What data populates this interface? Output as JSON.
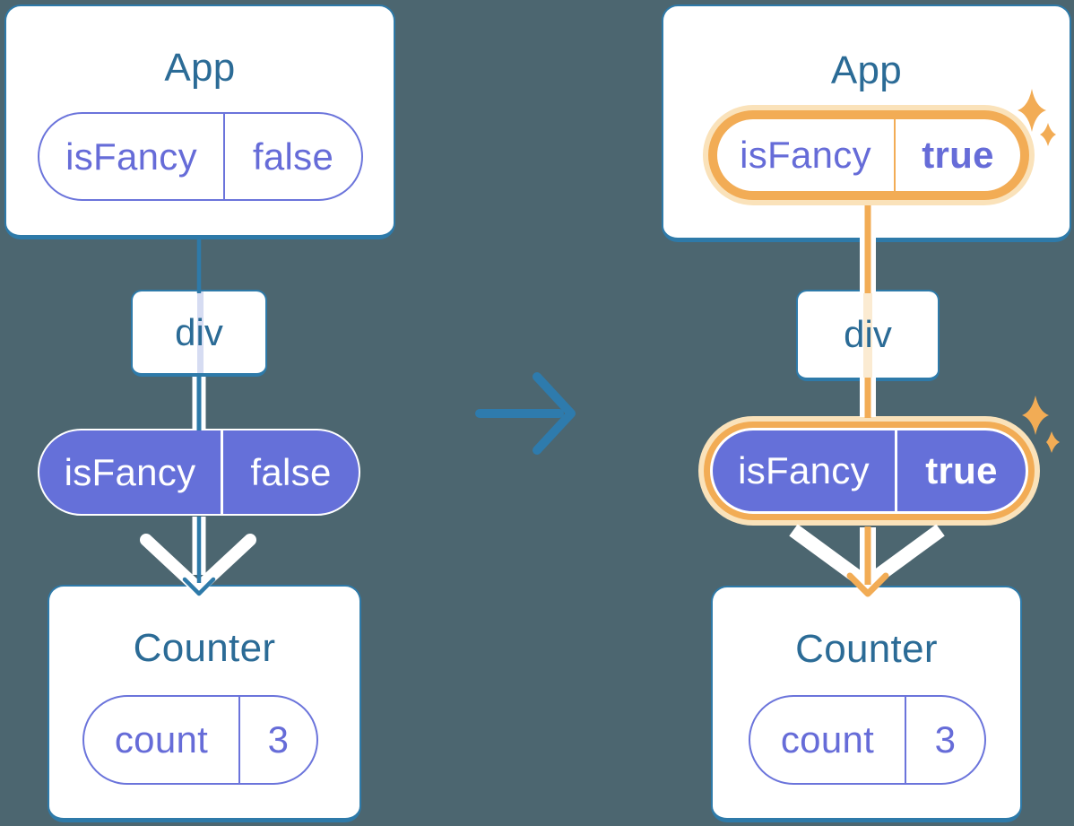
{
  "left": {
    "app": {
      "title": "App",
      "prop": {
        "key": "isFancy",
        "value": "false"
      }
    },
    "container": {
      "label": "div"
    },
    "passed_prop": {
      "key": "isFancy",
      "value": "false"
    },
    "counter": {
      "title": "Counter",
      "state": {
        "key": "count",
        "value": "3"
      }
    }
  },
  "right": {
    "app": {
      "title": "App",
      "prop": {
        "key": "isFancy",
        "value": "true"
      }
    },
    "container": {
      "label": "div"
    },
    "passed_prop": {
      "key": "isFancy",
      "value": "true"
    },
    "counter": {
      "title": "Counter",
      "state": {
        "key": "count",
        "value": "3"
      }
    }
  },
  "icons": {
    "transition_arrow": "arrow-right-icon",
    "sparkles": "sparkle-icon",
    "flow_down_arrow": "down-chevron-icon"
  },
  "colors": {
    "background": "#4C6670",
    "node_border": "#2E7AA9",
    "node_title_text": "#2B6B96",
    "pill_outline": "#6B74DB",
    "pill_text": "#666CD8",
    "state_pill_fill": "#6570D9",
    "highlight_orange": "#F2AC55",
    "highlight_halo": "#FAE2BA",
    "transition_arrow": "#2E7BAD"
  }
}
